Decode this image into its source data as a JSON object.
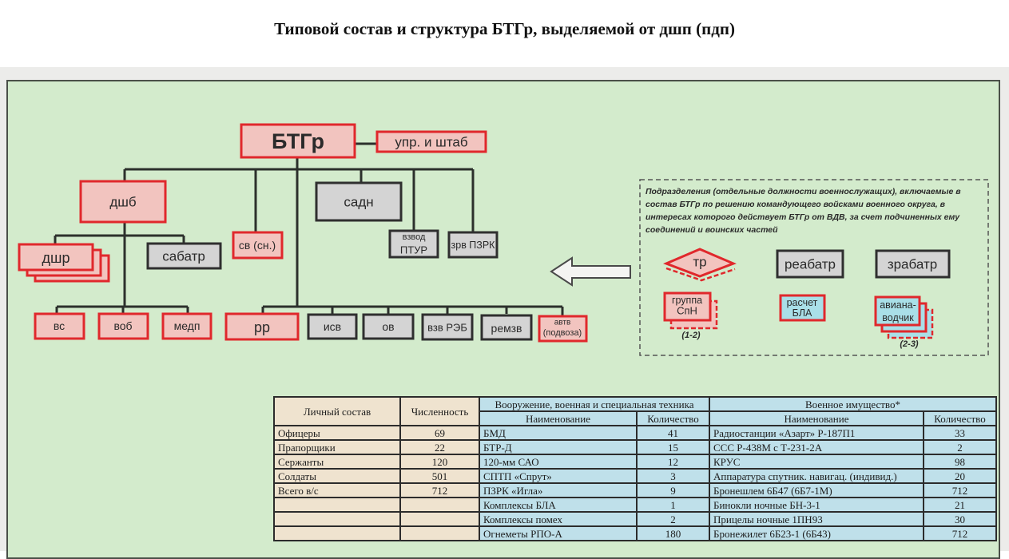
{
  "title": "Типовой состав и структура БТГр, выделяемой от дшп (пдп)",
  "colors": {
    "panel_bg": "#d3ebcc",
    "red_node_fill": "#f2c4bf",
    "red_node_stroke": "#e0282c",
    "grey_node_fill": "#d4d4d4",
    "grey_node_stroke": "#2f2f2f",
    "blue_node_fill": "#a9dfe8",
    "table_beige": "#efe3cf",
    "table_blue": "#bfe0ea"
  },
  "diagram": {
    "root": "БТГр",
    "hq": "упр. и штаб",
    "dshb": "дшб",
    "dshr": "дшр",
    "sabatr": "сабатр",
    "vs": "вс",
    "vob": "воб",
    "medp": "медп",
    "sv": "св (сн.)",
    "sadn": "садн",
    "vzvod_ptur_1": "взвод",
    "vzvod_ptur_2": "ПТУР",
    "zrv_pzrk": "зрв ПЗРК",
    "rr": "рр",
    "isv": "исв",
    "ov": "ов",
    "vzv_reb": "взв РЭБ",
    "remzv": "ремзв",
    "avtv_1": "автв",
    "avtv_2": "(подвоза)"
  },
  "attachable": {
    "note": "Подразделения (отдельные должности военнослужащих), включаемые в состав БТГр  по решению командующего войсками военного округа, в интересах которого действует БТГр от ВДВ, за счет подчиненных ему соединений и воинских частей",
    "tr": "тр",
    "reabatr": "реабатр",
    "zrabatr": "зрабатр",
    "gruppa_spn_1": "группа",
    "gruppa_spn_2": "СпН",
    "gruppa_spn_count": "(1-2)",
    "raschet_bla_1": "расчет",
    "raschet_bla_2": "БЛА",
    "avianavodchik_1": "авиана-",
    "avianavodchik_2": "водчик",
    "avianavodchik_count": "(2-3)"
  },
  "table": {
    "personnel_header": "Личный состав",
    "strength_header": "Численность",
    "weapons_header": "Вооружение, военная и специальная техника",
    "property_header": "Военное имущество*",
    "name_header": "Наименование",
    "qty_header": "Количество",
    "personnel": [
      {
        "name": "Офицеры",
        "value": "69"
      },
      {
        "name": "Прапорщики",
        "value": "22"
      },
      {
        "name": "Сержанты",
        "value": "120"
      },
      {
        "name": "Солдаты",
        "value": "501"
      },
      {
        "name": "Всего в/с",
        "value": "712"
      },
      {
        "name": "",
        "value": ""
      },
      {
        "name": "",
        "value": ""
      },
      {
        "name": "",
        "value": ""
      }
    ],
    "weapons": [
      {
        "name": "БМД",
        "qty": "41"
      },
      {
        "name": "БТР-Д",
        "qty": "15"
      },
      {
        "name": "120-мм САО",
        "qty": "12"
      },
      {
        "name": "СПТП «Спрут»",
        "qty": "3"
      },
      {
        "name": "ПЗРК «Игла»",
        "qty": "9"
      },
      {
        "name": "Комплексы  БЛА",
        "qty": "1"
      },
      {
        "name": "Комплексы помех",
        "qty": "2"
      },
      {
        "name": "Огнеметы РПО-А",
        "qty": "180"
      }
    ],
    "property": [
      {
        "name": "Радиостанции «Азарт»  Р-187П1",
        "qty": "33"
      },
      {
        "name": "ССС Р-438М с Т-231-2А",
        "qty": "2"
      },
      {
        "name": "КРУС",
        "qty": "98"
      },
      {
        "name": "Аппаратура  спутник. навигац. (индивид.)",
        "qty": "20"
      },
      {
        "name": "Бронешлем 6Б47 (6Б7-1М)",
        "qty": "712"
      },
      {
        "name": "Бинокли ночные БН-3-1",
        "qty": "21"
      },
      {
        "name": "Прицелы ночные 1ПН93",
        "qty": "30"
      },
      {
        "name": "Бронежилет 6Б23-1 (6Б43)",
        "qty": "712"
      }
    ]
  }
}
